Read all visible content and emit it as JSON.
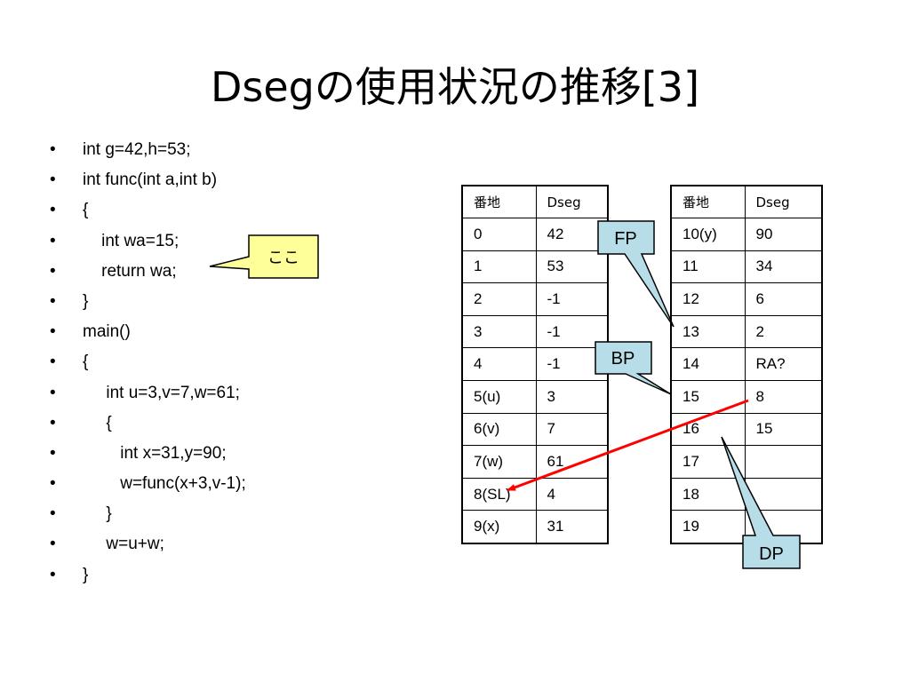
{
  "title": "Dsegの使用状況の推移[3]",
  "code_lines": [
    {
      "bullet": "•",
      "text": "int g=42,h=53;"
    },
    {
      "bullet": "•",
      "text": "int func(int a,int b)"
    },
    {
      "bullet": "•",
      "text": "{"
    },
    {
      "bullet": "•",
      "text": "    int wa=15;"
    },
    {
      "bullet": "•",
      "text": "    return wa;"
    },
    {
      "bullet": "•",
      "text": "}"
    },
    {
      "bullet": "•",
      "text": "main()"
    },
    {
      "bullet": "•",
      "text": "{"
    },
    {
      "bullet": "•",
      "text": "     int u=3,v=7,w=61;"
    },
    {
      "bullet": "•",
      "text": "     {"
    },
    {
      "bullet": "•",
      "text": "        int x=31,y=90;"
    },
    {
      "bullet": "•",
      "text": "        w=func(x+3,v-1);"
    },
    {
      "bullet": "•",
      "text": "     }"
    },
    {
      "bullet": "•",
      "text": "     w=u+w;"
    },
    {
      "bullet": "•",
      "text": "}"
    }
  ],
  "table1": {
    "headers": [
      "番地",
      "Dseg"
    ],
    "rows": [
      [
        "0",
        " 42"
      ],
      [
        "1",
        " 53"
      ],
      [
        "2",
        "-1"
      ],
      [
        "3",
        "-1"
      ],
      [
        "4",
        "-1"
      ],
      [
        "5(u)",
        "3"
      ],
      [
        "6(v)",
        "7"
      ],
      [
        "7(w)",
        "61"
      ],
      [
        "8(SL)",
        "4"
      ],
      [
        "9(x)",
        "31"
      ]
    ]
  },
  "table2": {
    "headers": [
      "番地",
      "Dseg"
    ],
    "rows": [
      [
        "10(y)",
        "90"
      ],
      [
        "11",
        "34"
      ],
      [
        "12",
        "6"
      ],
      [
        "13",
        "2"
      ],
      [
        "14",
        "RA?"
      ],
      [
        "15",
        "8"
      ],
      [
        "16",
        "15"
      ],
      [
        "17",
        ""
      ],
      [
        "18",
        ""
      ],
      [
        "19",
        ""
      ]
    ]
  },
  "callouts": {
    "fp": "FP",
    "bp": "BP",
    "dp": "DP",
    "here": "ここ"
  },
  "colors": {
    "callout_blue": "#b7dde8",
    "callout_yellow": "#ffff99",
    "arrow_red": "#ff0000"
  }
}
